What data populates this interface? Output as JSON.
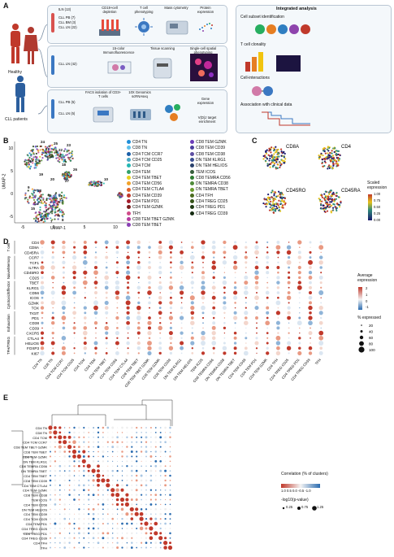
{
  "panel_letters": [
    "A",
    "B",
    "C",
    "D",
    "E"
  ],
  "panel_a": {
    "groups": [
      "Healthy",
      "CLL patients"
    ],
    "samples": [
      "tLN (13)",
      "CLL PB (7)",
      "CLL BM (3)",
      "CLL LN (22)",
      "CLL LN (42)",
      "CLL PB (5)",
      "CLL LN (5)"
    ],
    "workflow1": [
      "CD19+cell depletion",
      "T cell phenotyping",
      "Mass cytometry",
      "Protein expression"
    ],
    "workflow2": [
      "15-color Immunofluorescence",
      "Tissue scanning",
      "Single-cell spatial phenotyping"
    ],
    "workflow3": [
      "FACS isolation of CD3+ T cells",
      "10X Genomics scRNAseq",
      "Gene expression",
      "V(D)J target enrichment"
    ],
    "integrated_title": "Integrated analysis",
    "integrated": [
      "Cell subset identification",
      "T cell clonality",
      "Cell-interactions",
      "Association with clinical data"
    ]
  },
  "panel_b": {
    "xlabel": "UMAP-1",
    "ylabel": "UMAP-2",
    "xticks": [
      "-5",
      "0",
      "5",
      "10"
    ],
    "yticks": [
      "-5",
      "0",
      "5",
      "10"
    ],
    "cluster_labels": [
      "24",
      "25",
      "23",
      "22",
      "17",
      "21",
      "18",
      "26",
      "19",
      "20",
      "27",
      "9",
      "13",
      "3",
      "6",
      "15",
      "1",
      "2",
      "10",
      "7",
      "5",
      "8"
    ],
    "legend_left": [
      {
        "label": "CD4 TN",
        "color": "#1f8ed8"
      },
      {
        "label": "CD8 TN",
        "color": "#5fc0ea"
      },
      {
        "label": "CD4 TCM CCR7",
        "color": "#1b5fa8"
      },
      {
        "label": "CD4 TCM CD25",
        "color": "#4aa7c5"
      },
      {
        "label": "CD4 TCM",
        "color": "#25b7b3"
      },
      {
        "label": "CD4 TEM",
        "color": "#32a06a"
      },
      {
        "label": "CD4 TEM TBET",
        "color": "#e8d020"
      },
      {
        "label": "CD4 TEM CD56",
        "color": "#f2a22a"
      },
      {
        "label": "CD4 TEM CTLA4",
        "color": "#e2632a"
      },
      {
        "label": "CD4 TEM CD39",
        "color": "#c0392b"
      },
      {
        "label": "CD4 TEM PD1",
        "color": "#a51d2d"
      },
      {
        "label": "CD4 TEM GZMK",
        "color": "#7b1e1e"
      },
      {
        "label": "TFH",
        "color": "#d04c8a"
      },
      {
        "label": "CD8 TEM TBET GZMK",
        "color": "#b63ca0"
      },
      {
        "label": "CD8 TEM TBET",
        "color": "#8a3fb5"
      }
    ],
    "legend_right": [
      {
        "label": "CD8 TEM GZMK",
        "color": "#6c3bb8"
      },
      {
        "label": "CD8 TEM CD39",
        "color": "#4b3e9e"
      },
      {
        "label": "CD8 TEM CD38",
        "color": "#5e4fa2"
      },
      {
        "label": "DN TEM KLRG1",
        "color": "#3b4e91"
      },
      {
        "label": "DN TEM HELIOS",
        "color": "#28406b"
      },
      {
        "label": "TEM ICOS",
        "color": "#355e3b"
      },
      {
        "label": "CD8 TEMRA CD56",
        "color": "#2e7d32"
      },
      {
        "label": "DN TEMRA CD38",
        "color": "#4f8a3a"
      },
      {
        "label": "DN TEMRA TBET",
        "color": "#6a9a2e"
      },
      {
        "label": "CD4 TFH",
        "color": "#4a6b1f"
      },
      {
        "label": "CD4 TREG CD25",
        "color": "#345317"
      },
      {
        "label": "CD4 TREG PD1",
        "color": "#1f3b14"
      },
      {
        "label": "CD4 TREG CD39",
        "color": "#142a10"
      }
    ]
  },
  "panel_c": {
    "markers": [
      "CD8A",
      "CD4",
      "CD45RO",
      "CD45RA"
    ],
    "legend_title": "Scaled expression",
    "legend_ticks": [
      "1.00",
      "0.75",
      "0.50",
      "0.25",
      "0.00"
    ]
  },
  "panel_d": {
    "genes": [
      "CD4",
      "CD8A",
      "CD45RA",
      "CCR7",
      "TCF1",
      "IL7RA",
      "CD45RO",
      "CD25",
      "TBET",
      "KLRG1",
      "CD56",
      "ICOS",
      "GZMK",
      "TOX",
      "TIGIT",
      "PD1",
      "CD38",
      "CD39",
      "CXCR5",
      "CTLA4",
      "HELIOS",
      "FOXP3",
      "KI67"
    ],
    "groups": [
      "T cell",
      "Naive/Memory",
      "Cytotoxic/Effector",
      "Exhaustion",
      "TFH/TREG"
    ],
    "clusters": [
      "CD4 TN",
      "CD8 TN",
      "CD4 TCM CCR7",
      "CD4 TCM CD25",
      "CD4 TCM",
      "CD4 TEM",
      "CD4 TEM TBET",
      "CD4 TEM CD56",
      "CD4 TEM CTLA4",
      "CD8 TEM TBET",
      "CD8 TEM TBET GZMK",
      "CD8 TEM GZMK",
      "CD8 TEM CD39",
      "DN TEM KLRG1",
      "DN TEM HELIOS",
      "TEM ICOS",
      "CD8 TEMRA CD56",
      "DN TEMRA CD38",
      "DN TEMRA TBET",
      "CD4 TEM CD39",
      "CD4 TEM PD1",
      "CD4 TEM GZMK",
      "CD4 TFH",
      "CD4 TREG CD25",
      "CD4 TREG PD1",
      "CD4 TREG CD39",
      "TFH"
    ],
    "legend_expr_title": "Average expression",
    "legend_expr_ticks": [
      "2",
      "1",
      "0",
      "-1"
    ],
    "legend_size_title": "% expressed",
    "legend_size_ticks": [
      "20",
      "40",
      "60",
      "80",
      "100"
    ]
  },
  "panel_e": {
    "row_labels": [
      "CD4 TN",
      "CD8 TN",
      "CD4 TCM",
      "CD4 TCM CCR7",
      "CD8 TEM TBET GZMK",
      "CD8 TEM TBET",
      "CD8 TEM GZMK",
      "DN TEM KLRG1",
      "CD8 TEMRA CD56",
      "DN TEMRA TBET",
      "CD4 TEM TBET",
      "CD8 TEM CD39",
      "CD4 TEM CTLA4",
      "CD4 TEM GZMK",
      "CD8 TEM CD38",
      "TEM ICOS",
      "CD4 TEM CD56",
      "DN TEM HELIOS",
      "CD4 TEM CD39",
      "CD4 TCM CD25",
      "CD4 TEM PD1",
      "CD4 TREG CD25",
      "CD4 TREG PD1",
      "CD4 TREG CD39",
      "CD4 TFH",
      "TFH"
    ],
    "legend_corr_title": "Correlation (% of clusters)",
    "legend_corr_ticks": [
      "1.0",
      "0.5",
      "0.0",
      "-0.5",
      "-1.0"
    ],
    "legend_p_title": "-log10(p-value)",
    "legend_p_ticks": [
      "0.25",
      "0.75",
      "1.25"
    ]
  }
}
